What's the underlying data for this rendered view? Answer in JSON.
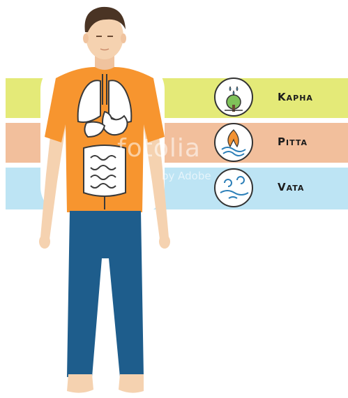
{
  "doshas": [
    {
      "label": "Kapha",
      "icon": "tree-with-raindrops-icon",
      "band_color": "#e4ea78"
    },
    {
      "label": "Pitta",
      "icon": "flame-over-water-icon",
      "band_color": "#f2bf9c"
    },
    {
      "label": "Vata",
      "icon": "wind-swirls-icon",
      "band_color": "#bde4f4"
    }
  ],
  "watermark": {
    "brand": "fotolia",
    "sub": "by Adobe"
  },
  "colors": {
    "shirt": "#f7952f",
    "pants": "#1e5d8c",
    "skin": "#f5d2b0",
    "hair": "#4a3424",
    "organ_outline": "#3a3a3a"
  }
}
